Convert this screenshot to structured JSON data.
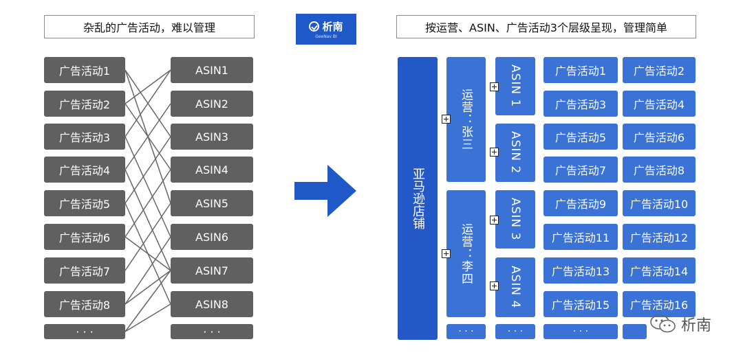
{
  "left_caption": "杂乱的广告活动，难以管理",
  "right_caption": "按运营、ASIN、广告活动3个层级呈现，管理简单",
  "logo": {
    "name": "析南",
    "subtitle": "GeeNav BI"
  },
  "watermark": "析南",
  "left_campaigns": [
    "广告活动1",
    "广告活动2",
    "广告活动3",
    "广告活动4",
    "广告活动5",
    "广告活动6",
    "广告活动7",
    "广告活动8",
    "· · ·"
  ],
  "left_asins": [
    "ASIN1",
    "ASIN2",
    "ASIN3",
    "ASIN4",
    "ASIN5",
    "ASIN6",
    "ASIN7",
    "ASIN8",
    "· · ·"
  ],
  "tree": {
    "store": "亚马逊店铺",
    "operators": [
      "运营：张三",
      "运营：李四",
      "· · ·"
    ],
    "asins": [
      "ASIN 1",
      "ASIN 2",
      "ASIN 3",
      "ASIN 4",
      "· · ·"
    ],
    "campaigns_col1": [
      "广告活动1",
      "广告活动3",
      "广告活动5",
      "广告活动7",
      "广告活动9",
      "广告活动11",
      "广告活动13",
      "广告活动15",
      "· · ·"
    ],
    "campaigns_col2": [
      "广告活动2",
      "广告活动4",
      "广告活动6",
      "广告活动8",
      "广告活动10",
      "广告活动12",
      "广告活动14",
      "广告活动16",
      ""
    ]
  },
  "colors": {
    "gray_box": "#606060",
    "blue_box": "#3a72d6",
    "dark_blue": "#2458c6",
    "arrow": "#1f58c7"
  }
}
